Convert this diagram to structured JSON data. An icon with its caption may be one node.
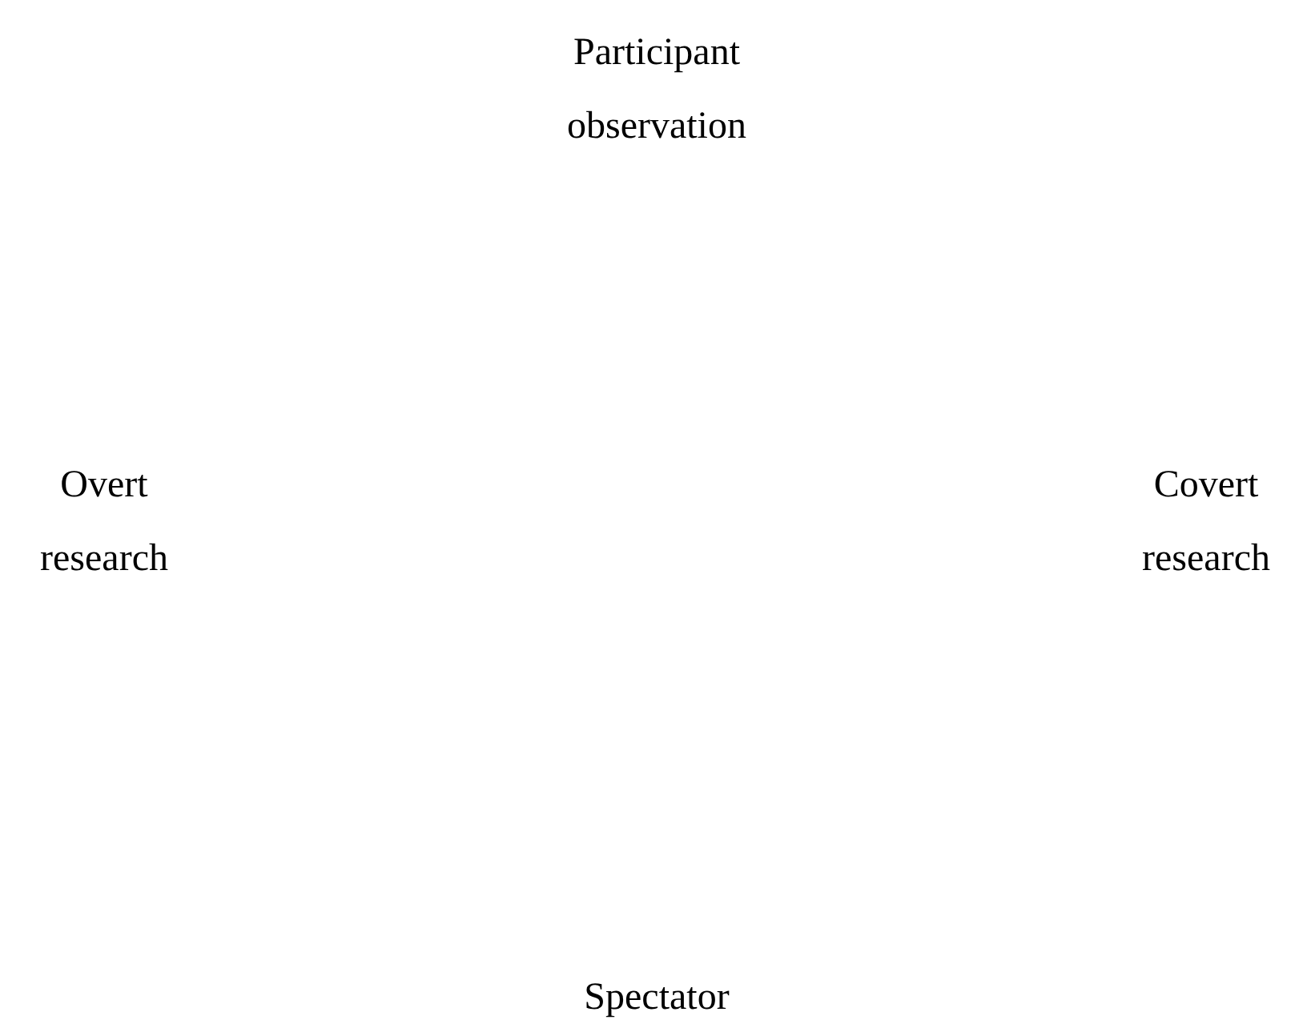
{
  "diagram": {
    "labels": [
      "Participant observation",
      "Overt research",
      "Covert research",
      "Spectator"
    ]
  }
}
